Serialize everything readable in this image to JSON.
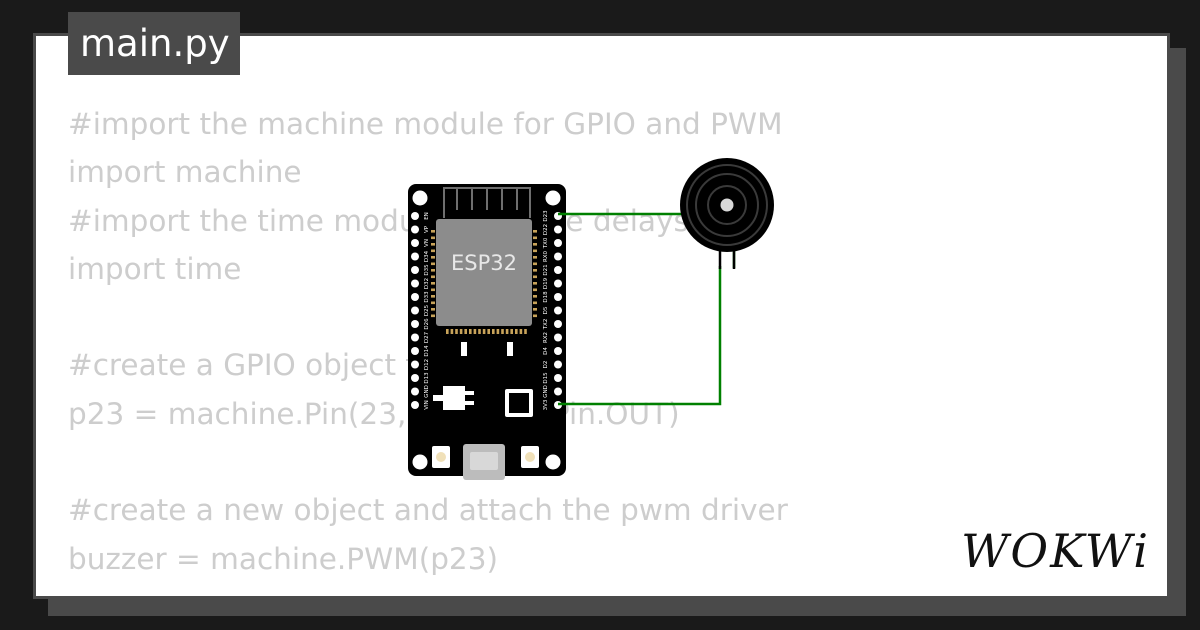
{
  "tab": {
    "filename": "main.py"
  },
  "code": {
    "lines": [
      "#import the machine module for GPIO and PWM",
      "import machine",
      "#import the time module for some delays",
      "import time",
      "",
      "#create a GPIO object for pin 23",
      "p23 = machine.Pin(23, machine.Pin.OUT)",
      "",
      "#create a new object and attach the pwm driver",
      "buzzer = machine.PWM(p23)"
    ]
  },
  "board": {
    "label": "ESP32",
    "left_pins": [
      "EN",
      "VP",
      "VN",
      "D34",
      "D35",
      "D32",
      "D33",
      "D25",
      "D26",
      "D27",
      "D14",
      "D12",
      "D13",
      "GND",
      "VIN"
    ],
    "right_pins": [
      "D23",
      "D22",
      "TX0",
      "RX0",
      "D21",
      "D19",
      "D18",
      "D5",
      "TX2",
      "RX2",
      "D4",
      "D2",
      "D15",
      "GND",
      "3V3"
    ]
  },
  "colors": {
    "background": "#1a1a1a",
    "card_border": "#4a4a4a",
    "code_text": "#cdcdcd",
    "wire": "#008000",
    "board": "#000000",
    "chip": "#8c8c8c"
  },
  "brand": {
    "logo": "WOKWi"
  }
}
